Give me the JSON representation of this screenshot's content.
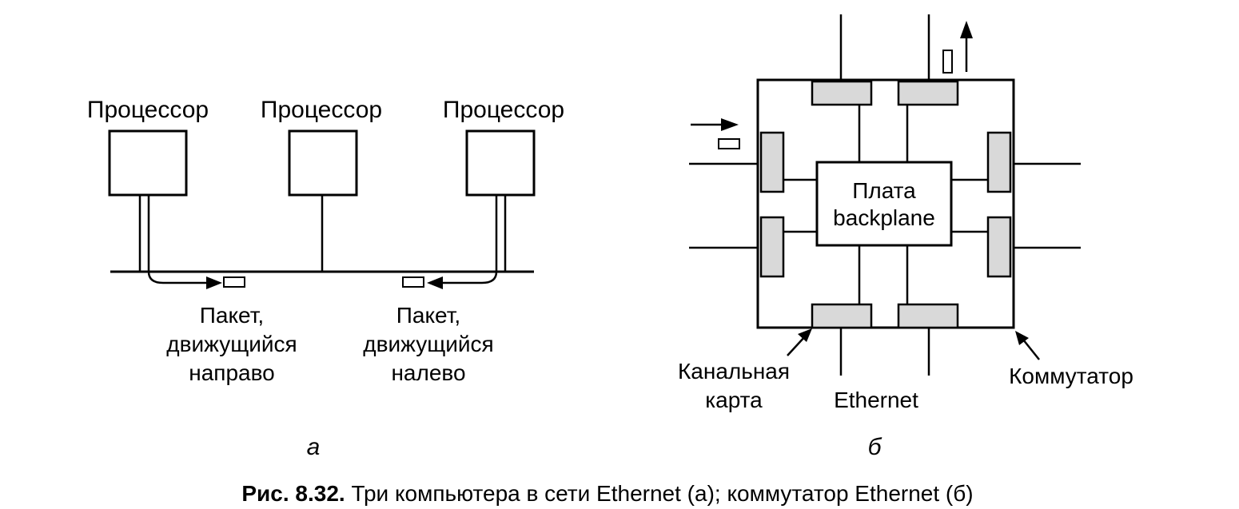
{
  "part_a": {
    "processors": [
      "Процессор",
      "Процессор",
      "Процессор"
    ],
    "packet_right": [
      "Пакет,",
      "движущийся",
      "направо"
    ],
    "packet_left": [
      "Пакет,",
      "движущийся",
      "налево"
    ],
    "label": "а"
  },
  "part_b": {
    "backplane": [
      "Плата",
      "backplane"
    ],
    "channel_card": [
      "Канальная",
      "карта"
    ],
    "ethernet": "Ethernet",
    "switch": "Коммутатор",
    "label": "б"
  },
  "caption": {
    "number": "Рис. 8.32.",
    "text": " Три компьютера в сети Ethernet (а); коммутатор Ethernet (б)"
  }
}
